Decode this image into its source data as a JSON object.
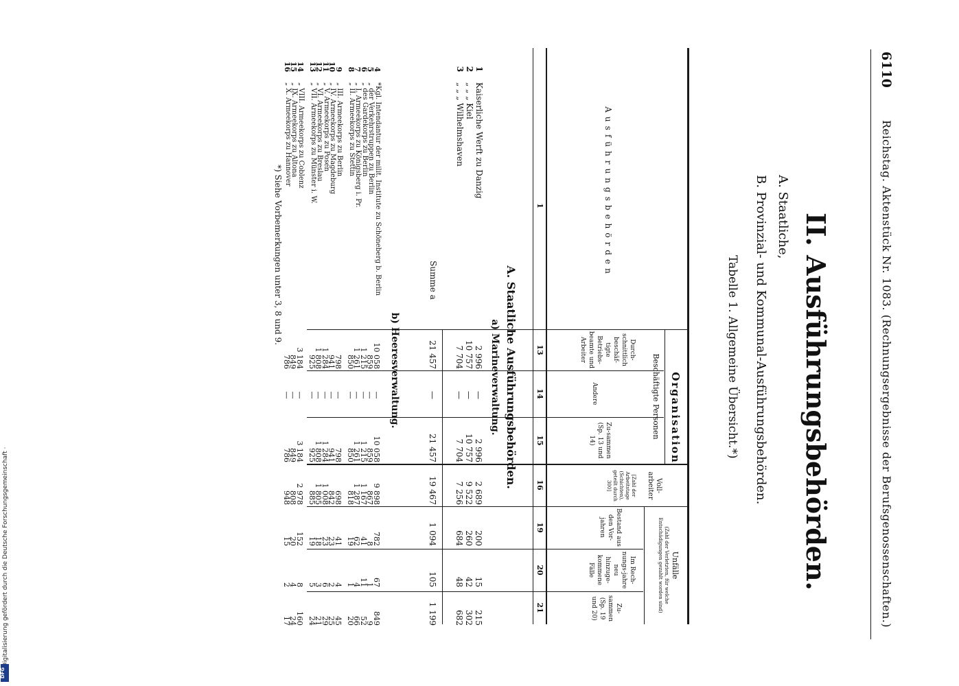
{
  "header": {
    "page_no": "6110",
    "running_title": "Reichstag. Aktenstück Nr. 1083. (Rechnungsergebnisse der Berufsgenossenschaften.)"
  },
  "title": "II. Ausführungsbehörden.",
  "sub_a": "A. Staatliche,",
  "sub_b": "B. Provinzial- und Kommunal-Ausführungsbehörden.",
  "table_caption": "Tabelle 1. Allgemeine Übersicht.*)",
  "columns": {
    "stub": "Ausführungsbehörden",
    "organisation": "Organisation",
    "beschaeftigte": "Beschäftigte Personen",
    "vollarbeiter": "Voll-arbeiter",
    "vollarbeiter_note": "[Zahl der Arbeitstage (Schichten), geteilt durch 300]",
    "unfaelle": "Unfälle",
    "unfaelle_note": "(Zahl der Verletzten, für welche Entschädigungen gezahlt worden sind)",
    "c13": "Durch-schnittlich beschäf-tigte Betriebs-beamte und Arbeiter",
    "c14": "Andere",
    "c15": "Zu-sammen (Sp. 13 und 14)",
    "c19": "Bestand aus den Vor-jahren",
    "c20": "Im Rech-nungs-jahre neu hinzuge-kommene Fälle",
    "c21": "Zu-sammen (Sp. 19 und 20)",
    "col_numbers": [
      "1",
      "13",
      "14",
      "15",
      "16",
      "19",
      "20",
      "21"
    ]
  },
  "section_a": "A. Staatliche Ausführungsbehörden.",
  "group_a": {
    "title": "a) Marineverwaltung.",
    "rows": [
      {
        "no": "1",
        "name": "Kaiserliche Werft zu Danzig",
        "c13": "2 996",
        "c14": "—",
        "c15": "2 996",
        "c16": "2 689",
        "c19": "200",
        "c20": "15",
        "c21": "215"
      },
      {
        "no": "2",
        "name": "„ „ „ Kiel",
        "c13": "10 757",
        "c14": "—",
        "c15": "10 757",
        "c16": "9 522",
        "c19": "260",
        "c20": "42",
        "c21": "302"
      },
      {
        "no": "3",
        "name": "„ „ „ Wilhelmshaven",
        "c13": "7 704",
        "c14": "—",
        "c15": "7 704",
        "c16": "7 256",
        "c19": "684",
        "c20": "48",
        "c21": "682"
      }
    ],
    "sum": {
      "name": "Summe a",
      "c13": "21 457",
      "c14": "—",
      "c15": "21 457",
      "c16": "19 467",
      "c19": "1 094",
      "c20": "105",
      "c21": "1 199"
    }
  },
  "group_b": {
    "title": "b) Heeresverwaltung.",
    "rows": [
      {
        "no": "4",
        "name": "*Kgl. Intendantur der milit. Institute zu Schöneberg b. Berlin",
        "c13": "10 058",
        "c14": "—",
        "c15": "10 058",
        "c16": "9 898",
        "c19": "782",
        "c20": "67",
        "c21": "849"
      },
      {
        "no": "5",
        "name": "„ der Verkehrstruppen zu Berlin",
        "c13": "859",
        "c14": "—",
        "c15": "859",
        "c16": "867",
        "c19": "8",
        "c20": "1",
        "c21": "9"
      },
      {
        "no": "6",
        "name": "„ des Gardekorps zu Berlin",
        "c13": "1 215",
        "c14": "—",
        "c15": "1 215",
        "c16": "1 167",
        "c19": "41",
        "c20": "11",
        "c21": "52"
      },
      {
        "no": "7",
        "name": "„ I. Armeekorps zu Königsberg i. Pr.",
        "c13": "1 261",
        "c14": "—",
        "c15": "1 261",
        "c16": "1 287",
        "c19": "62",
        "c20": "4",
        "c21": "66"
      },
      {
        "no": "8",
        "name": "„ II. Armeekorps zu Stettin",
        "c13": "850",
        "c14": "—",
        "c15": "850",
        "c16": "818",
        "c19": "19",
        "c20": "1",
        "c21": "20"
      },
      {
        "no": "9",
        "name": "„ III. Armeekorps zu Berlin",
        "c13": "798",
        "c14": "—",
        "c15": "798",
        "c16": "698",
        "c19": "41",
        "c20": "4",
        "c21": "45"
      },
      {
        "no": "10",
        "name": "„ IV. Armeekorps zu Magdeburg",
        "c13": "941",
        "c14": "—",
        "c15": "941",
        "c16": "842",
        "c19": "23",
        "c20": "2",
        "c21": "25"
      },
      {
        "no": "11",
        "name": "„ V. Armeekorps zu Posen",
        "c13": "1 284",
        "c14": "—",
        "c15": "1 284",
        "c16": "1 008",
        "c19": "23",
        "c20": "6",
        "c21": "29"
      },
      {
        "no": "12",
        "name": "„ VI. Armeekorps zu Breslau",
        "c13": "1 808",
        "c14": "—",
        "c15": "1 808",
        "c16": "1 805",
        "c19": "18",
        "c20": "3",
        "c21": "21"
      },
      {
        "no": "13",
        "name": "„ VII. Armeekorps zu Münster i. W.",
        "c13": "925",
        "c14": "—",
        "c15": "925",
        "c16": "885",
        "c19": "19",
        "c20": "5",
        "c21": "24"
      },
      {
        "no": "14",
        "name": "„ VIII. Armeekorps zu Coblenz",
        "c13": "3 184",
        "c14": "—",
        "c15": "3 184",
        "c16": "2 978",
        "c19": "152",
        "c20": "8",
        "c21": "160"
      },
      {
        "no": "15",
        "name": "„ IX. Armeekorps zu Altona",
        "c13": "849",
        "c14": "—",
        "c15": "849",
        "c16": "808",
        "c19": "20",
        "c20": "4",
        "c21": "24"
      },
      {
        "no": "16",
        "name": "„ X. Armeekorps zu Hannover",
        "c13": "786",
        "c14": "—",
        "c15": "786",
        "c16": "948",
        "c19": "15",
        "c20": "2",
        "c21": "17"
      }
    ]
  },
  "footnote": "*) Siehe Vorbemerkungen unter 3, 8 und 9.",
  "side_strip": {
    "text": "Digitalisierung gefördert durch die Deutsche Forschungsgemeinschaft ·",
    "logo": "DFG"
  }
}
